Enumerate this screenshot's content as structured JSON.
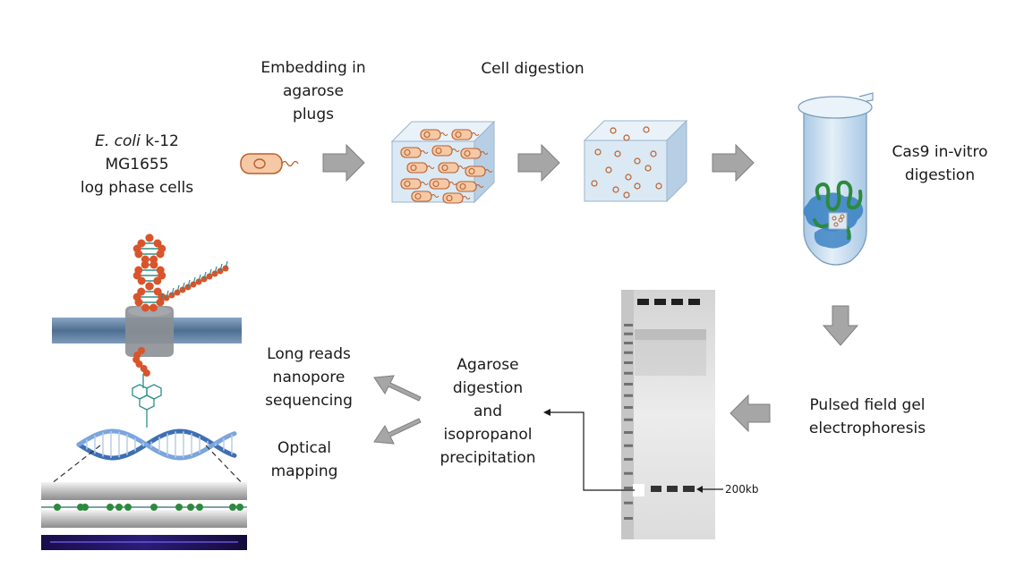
{
  "labels": {
    "ecoli_italic": "E. coli",
    "ecoli_rest": " k-12",
    "strain": "MG1655",
    "cells": "log phase cells",
    "embedding_1": "Embedding in",
    "embedding_2": "agarose",
    "embedding_3": "plugs",
    "cell_digestion": "Cell digestion",
    "cas9_1": "Cas9 in-vitro",
    "cas9_2": "digestion",
    "pfge_1": "Pulsed field gel",
    "pfge_2": "electrophoresis",
    "agarose_1": "Agarose",
    "agarose_2": "digestion",
    "agarose_3": "and",
    "agarose_4": "isopropanol",
    "agarose_5": "precipitation",
    "long_1": "Long reads",
    "long_2": "nanopore",
    "long_3": "sequencing",
    "optical_1": "Optical",
    "optical_2": "mapping",
    "gel_marker": "200kb"
  },
  "colors": {
    "cell_fill": "#f6c9a6",
    "cell_stroke": "#b8602e",
    "arrow_fill": "#a6a6a6",
    "arrow_stroke": "#7f7f7f",
    "cube_front": "#dbe9f4",
    "cube_side": "#b7cfe4",
    "cube_top": "#e9f2f9",
    "tube_fill": "#cfe2f3",
    "dna_red": "#d9542b",
    "dna_teal": "#2d8f8a",
    "membrane": "#5c7da0",
    "green_dna": "#2c8a3e",
    "blob_blue": "#3d84c4"
  }
}
